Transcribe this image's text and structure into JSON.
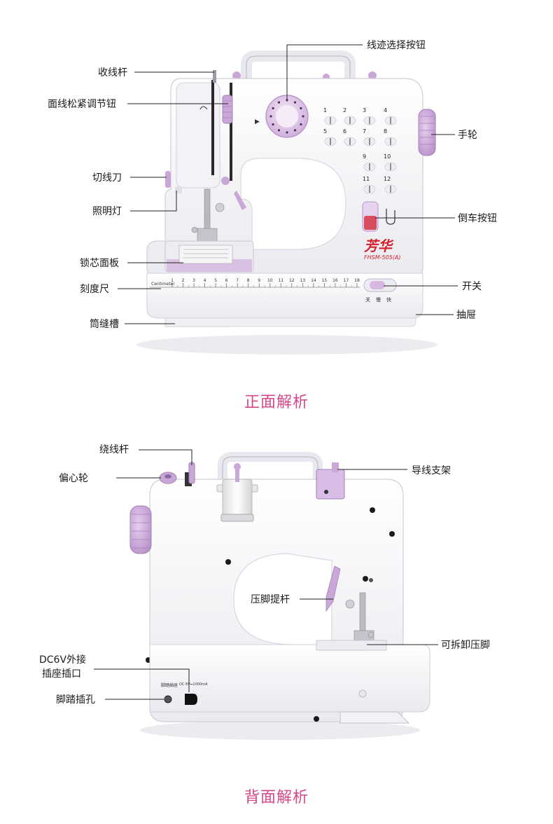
{
  "colors": {
    "accent": "#d6478a",
    "lavender": "#c9a8d8",
    "lavender_dark": "#a67fbd",
    "machine_white": "#f7f7fa",
    "brand_red": "#d3202a"
  },
  "front": {
    "title": "正面解析",
    "brand": "芳华",
    "model": "FHSM-505(A)",
    "ruler_label": "Centimeter",
    "ruler_ticks": [
      "1",
      "2",
      "3",
      "4",
      "5",
      "6",
      "7",
      "8",
      "9",
      "10",
      "11",
      "12",
      "13",
      "14",
      "15",
      "16",
      "17",
      "18"
    ],
    "switch_labels": [
      "关",
      "慢",
      "快"
    ],
    "stitch_numbers": [
      "1",
      "2",
      "3",
      "4",
      "5",
      "6",
      "7",
      "8",
      "9",
      "10",
      "11",
      "12"
    ],
    "labels": {
      "take_up_lever": "收线杆",
      "tension_knob": "面线松紧调节钮",
      "thread_cutter": "切线刀",
      "light": "照明灯",
      "needle_plate": "锁芯面板",
      "ruler": "刻度尺",
      "sleeve_slot": "筒缝槽",
      "stitch_selector": "线迹选择按钮",
      "handwheel": "手轮",
      "reverse_button": "倒车按钮",
      "power_switch": "开关",
      "drawer": "抽屉"
    }
  },
  "back": {
    "title": "背面解析",
    "labels": {
      "bobbin_winder": "绕线杆",
      "eccentric_wheel": "偏心轮",
      "thread_guide": "导线支架",
      "presser_lever": "压脚提杆",
      "removable_foot": "可拆卸压脚",
      "dc_socket_line1": "DC6V外接",
      "dc_socket_line2": "插座插口",
      "pedal_socket": "脚踏插孔"
    },
    "panel_text": {
      "pedal": "脚踏插座",
      "dc": "DC 6V⎓1000mA"
    }
  }
}
